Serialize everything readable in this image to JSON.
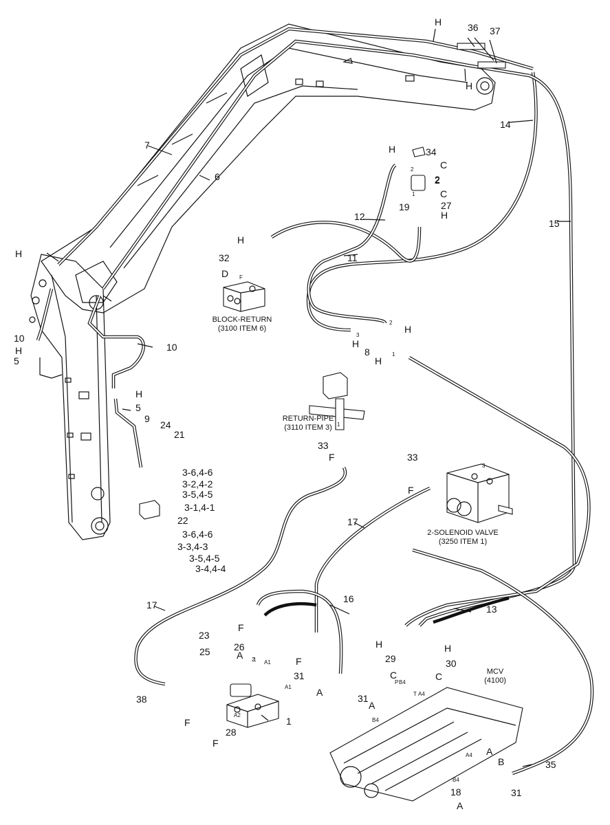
{
  "captions": {
    "block_return": [
      "BLOCK-RETURN",
      "(3100 ITEM 6)"
    ],
    "return_pipe": [
      "RETURN-PIPE",
      "(3110 ITEM 3)"
    ],
    "solenoid_valve": [
      "2-SOLENOID VALVE",
      "(3250 ITEM 1)"
    ],
    "mcv": [
      "MCV",
      "(4100)"
    ]
  },
  "labels": [
    "H",
    "36",
    "37",
    "H",
    "14",
    "7",
    "34",
    "H",
    "C",
    "2",
    "C",
    "2",
    "27",
    "19",
    "H",
    "6",
    "12",
    "15",
    "H",
    "11",
    "32",
    "D",
    "H",
    "H",
    "H",
    "8",
    "H",
    "10",
    "10",
    "H",
    "5",
    "H",
    "5",
    "9",
    "24",
    "21",
    "3-6,4-6",
    "3-2,4-2",
    "3-5,4-5",
    "3-1,4-1",
    "22",
    "3-6,4-6",
    "3-3,4-3",
    "3-5,4-5",
    "3-4,4-4",
    "33",
    "F",
    "33",
    "F",
    "17",
    "17",
    "16",
    "13",
    "23",
    "F",
    "26",
    "25",
    "A",
    "H",
    "H",
    "29",
    "30",
    "F",
    "31",
    "A",
    "C",
    "C",
    "38",
    "F",
    "31",
    "A",
    "1",
    "F",
    "28",
    "A",
    "B",
    "35",
    "18",
    "A",
    "31",
    "F"
  ],
  "small_marks": [
    "2",
    "1",
    "F",
    "2",
    "1",
    "3",
    "1",
    "3",
    "2",
    "1",
    "A1",
    "A1",
    "A2",
    "P",
    "T",
    "B4",
    "A4",
    "B4",
    "A4",
    "B4"
  ]
}
